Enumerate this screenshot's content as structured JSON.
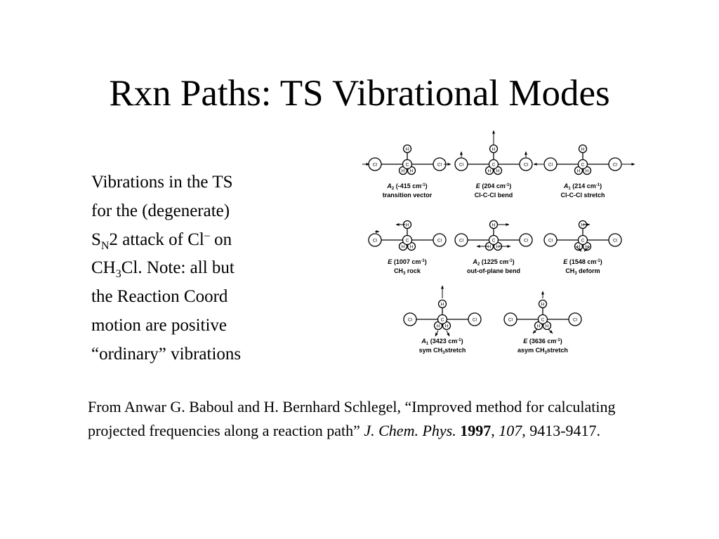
{
  "title": "Rxn Paths: TS Vibrational Modes",
  "body": {
    "l1": "Vibrations in the TS",
    "l2": "for the (degenerate)",
    "l3a": "S",
    "l3sub": "N",
    "l3b": "2 attack of Cl",
    "l3sup": "–",
    "l3c": " on",
    "l4a": "CH",
    "l4sub": "3",
    "l4b": "Cl. Note: all but",
    "l5": "the Reaction Coord",
    "l6": "motion are positive",
    "l7": "“ordinary” vibrations"
  },
  "citation": {
    "prefix": "From Anwar G. Baboul and H. Bernhard Schlegel, “Improved method for calculating projected frequencies along a reaction path” ",
    "journal": "J. Chem. Phys.",
    "year": "1997",
    "sep1": ", ",
    "volume": "107",
    "pages": ", 9413-9417."
  },
  "atoms": {
    "cl": "Cl",
    "c": "C",
    "h": "H"
  },
  "modes": [
    {
      "sym": "A",
      "sub": "2",
      "freq": "(-415 cm",
      "sup": "-1",
      "close": ")",
      "desc_pre": "",
      "desc_sub": "",
      "desc_post": "transition vector"
    },
    {
      "sym": "E",
      "sub": "",
      "freq": "(204 cm",
      "sup": "-1",
      "close": ")",
      "desc_pre": "Cl-C-Cl bend",
      "desc_sub": "",
      "desc_post": ""
    },
    {
      "sym": "A",
      "sub": "1",
      "freq": "(214 cm",
      "sup": "-1",
      "close": ")",
      "desc_pre": "Cl-C-Cl stretch",
      "desc_sub": "",
      "desc_post": ""
    },
    {
      "sym": "E",
      "sub": "",
      "freq": "(1007 cm",
      "sup": "-1",
      "close": ")",
      "desc_pre": "CH",
      "desc_sub": "3",
      "desc_post": " rock"
    },
    {
      "sym": "A",
      "sub": "2",
      "freq": "(1225 cm",
      "sup": "-1",
      "close": ")",
      "desc_pre": "out-of-plane bend",
      "desc_sub": "",
      "desc_post": ""
    },
    {
      "sym": "E",
      "sub": "",
      "freq": "(1548 cm",
      "sup": "-1",
      "close": ")",
      "desc_pre": "CH",
      "desc_sub": "3",
      "desc_post": " deform"
    },
    {
      "sym": "A",
      "sub": "1",
      "freq": "(3423 cm",
      "sup": "-1",
      "close": ")",
      "desc_pre": "sym CH",
      "desc_sub": "3",
      "desc_post": "stretch"
    },
    {
      "sym": "E",
      "sub": "",
      "freq": "(3636 cm",
      "sup": "-1",
      "close": ")",
      "desc_pre": "asym CH",
      "desc_sub": "3",
      "desc_post": "stretch"
    }
  ]
}
